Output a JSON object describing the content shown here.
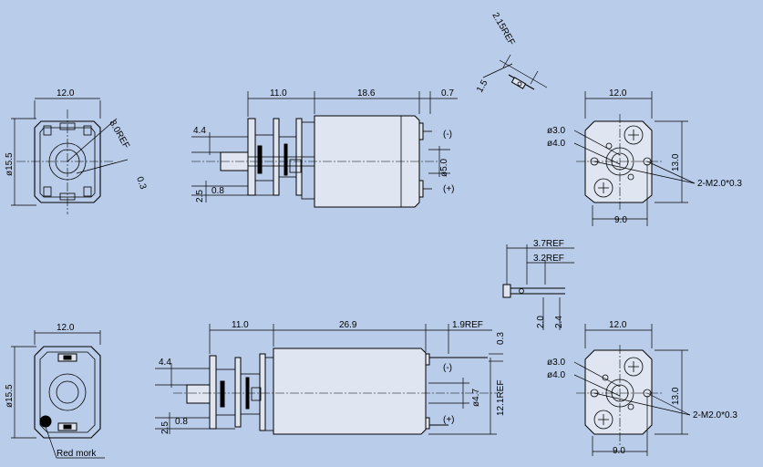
{
  "labels": {
    "w12_a": "12.0",
    "d155_a": "ø15.5",
    "ref80": "8.0REF",
    "t03_a": "0.3",
    "l110_a": "11.0",
    "l186": "18.6",
    "l07": "0.7",
    "l44_a": "4.4",
    "l25_a": "2.5",
    "l08_a": "0.8",
    "minus_a": "(-)",
    "plus_a": "(+)",
    "d50": "ø5.0",
    "ref215": "2.15REF",
    "l15": "1.5",
    "w12_b": "12.0",
    "d30_a": "ø3.0",
    "d40_a": "ø4.0",
    "h130_a": "13.0",
    "m20_a": "2-M2.0*0.3",
    "w90_a": "9.0",
    "ref37": "3.7REF",
    "ref32": "3.2REF",
    "l20": "2.0",
    "l24": "2.4",
    "w12_c": "12.0",
    "d155_b": "ø15.5",
    "red_mark": "Red mork",
    "l110_b": "11.0",
    "l269": "26.9",
    "ref19": "1.9REF",
    "t03_b": "0.3",
    "l44_b": "4.4",
    "l25_b": "2.5",
    "l08_b": "0.8",
    "minus_b": "(-)",
    "plus_b": "(+)",
    "d47": "ø4.7",
    "ref121": "12.1REF",
    "w12_d": "12.0",
    "d30_b": "ø3.0",
    "d40_b": "ø4.0",
    "h130_b": "13.0",
    "m20_b": "2-M2.0*0.3",
    "w90_b": "9.0"
  }
}
